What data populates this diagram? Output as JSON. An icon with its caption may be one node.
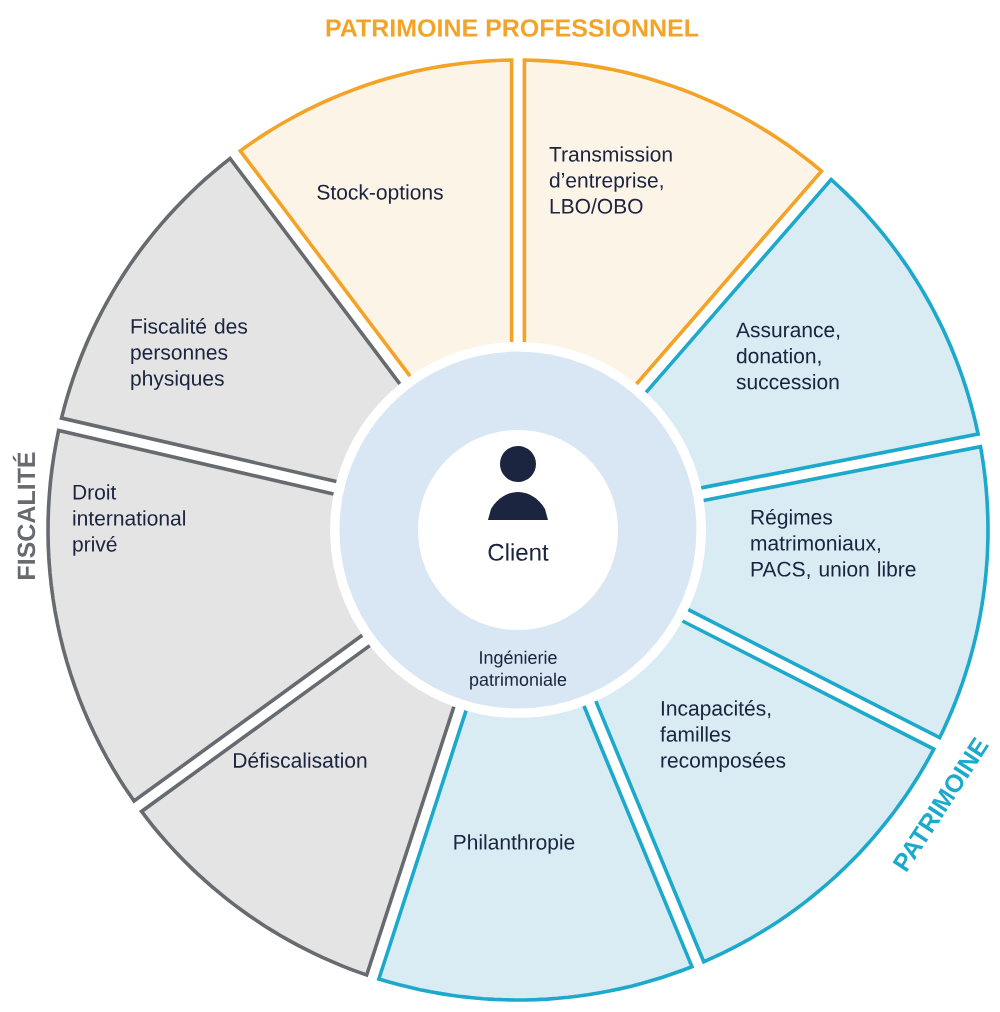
{
  "diagram": {
    "nodes": [
      {
        "text": [
          "Ingénierie patrimoniale"
        ]
      },
      {
        "text": [
          "Client"
        ],
        "in": 0
      },
      {
        "text": [
          "Stock-options"
        ]
      },
      {
        "text": [
          "Transmission d’entreprise, LBO/OBO"
        ]
      },
      {
        "text": [
          "Fiscalité des personnes physiques"
        ]
      },
      {
        "text": [
          "Assurance, donation, succession"
        ]
      },
      {
        "text": [
          "Droit international privé"
        ]
      },
      {
        "text": [
          "Régimes matrimoniaux, PACS, union libre"
        ]
      },
      {
        "text": [
          "Défiscalisation"
        ]
      },
      {
        "text": [
          "Incapacités, familles recomposées"
        ]
      },
      {
        "text": [
          "Philanthropie"
        ]
      }
    ],
    "edges": [],
    "labels": [
      "PATRIMOINE PROFESSIONNEL",
      "FISCALITÉ",
      "PATRIMOINE"
    ]
  }
}
